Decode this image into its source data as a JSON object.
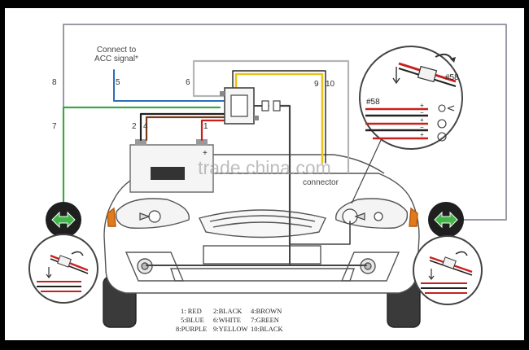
{
  "labels": {
    "acc_signal_line1": "Connect to",
    "acc_signal_line2": "ACC signal*",
    "connector": "connector",
    "watermark": "trade.china.com"
  },
  "wire_numbers": {
    "n1": "1",
    "n2": "2",
    "n4": "4",
    "n5": "5",
    "n6": "6",
    "n7": "7",
    "n8": "8",
    "n9": "9",
    "n10": "10"
  },
  "inset": {
    "tag_top": "#58",
    "tag_left": "#58",
    "plus1": "+",
    "minus1": "−",
    "plus2": "+",
    "minus2": "−",
    "plus3": "+",
    "minus3": "−"
  },
  "legend": {
    "row1": [
      "1: RED",
      "2:BLACK",
      "4:BROWN"
    ],
    "row2": [
      "5:BLUE",
      "6:WHITE",
      "7:GREEN"
    ],
    "row3": [
      "8:PURPLE",
      "9:YELLOW",
      "10:BLACK"
    ]
  },
  "colors": {
    "red": "#c8201e",
    "black": "#222222",
    "brown": "#7a3b1a",
    "blue": "#2a6fb5",
    "white": "#cfcfcf",
    "green": "#3aa845",
    "purple": "#9a9aa8",
    "yellow": "#e9c21a",
    "arrow_green": "#43b649"
  },
  "icons": [
    "battery-icon",
    "control-box-icon",
    "bulb-icon",
    "arrow-left-right-icon",
    "curved-arrow-icon"
  ]
}
